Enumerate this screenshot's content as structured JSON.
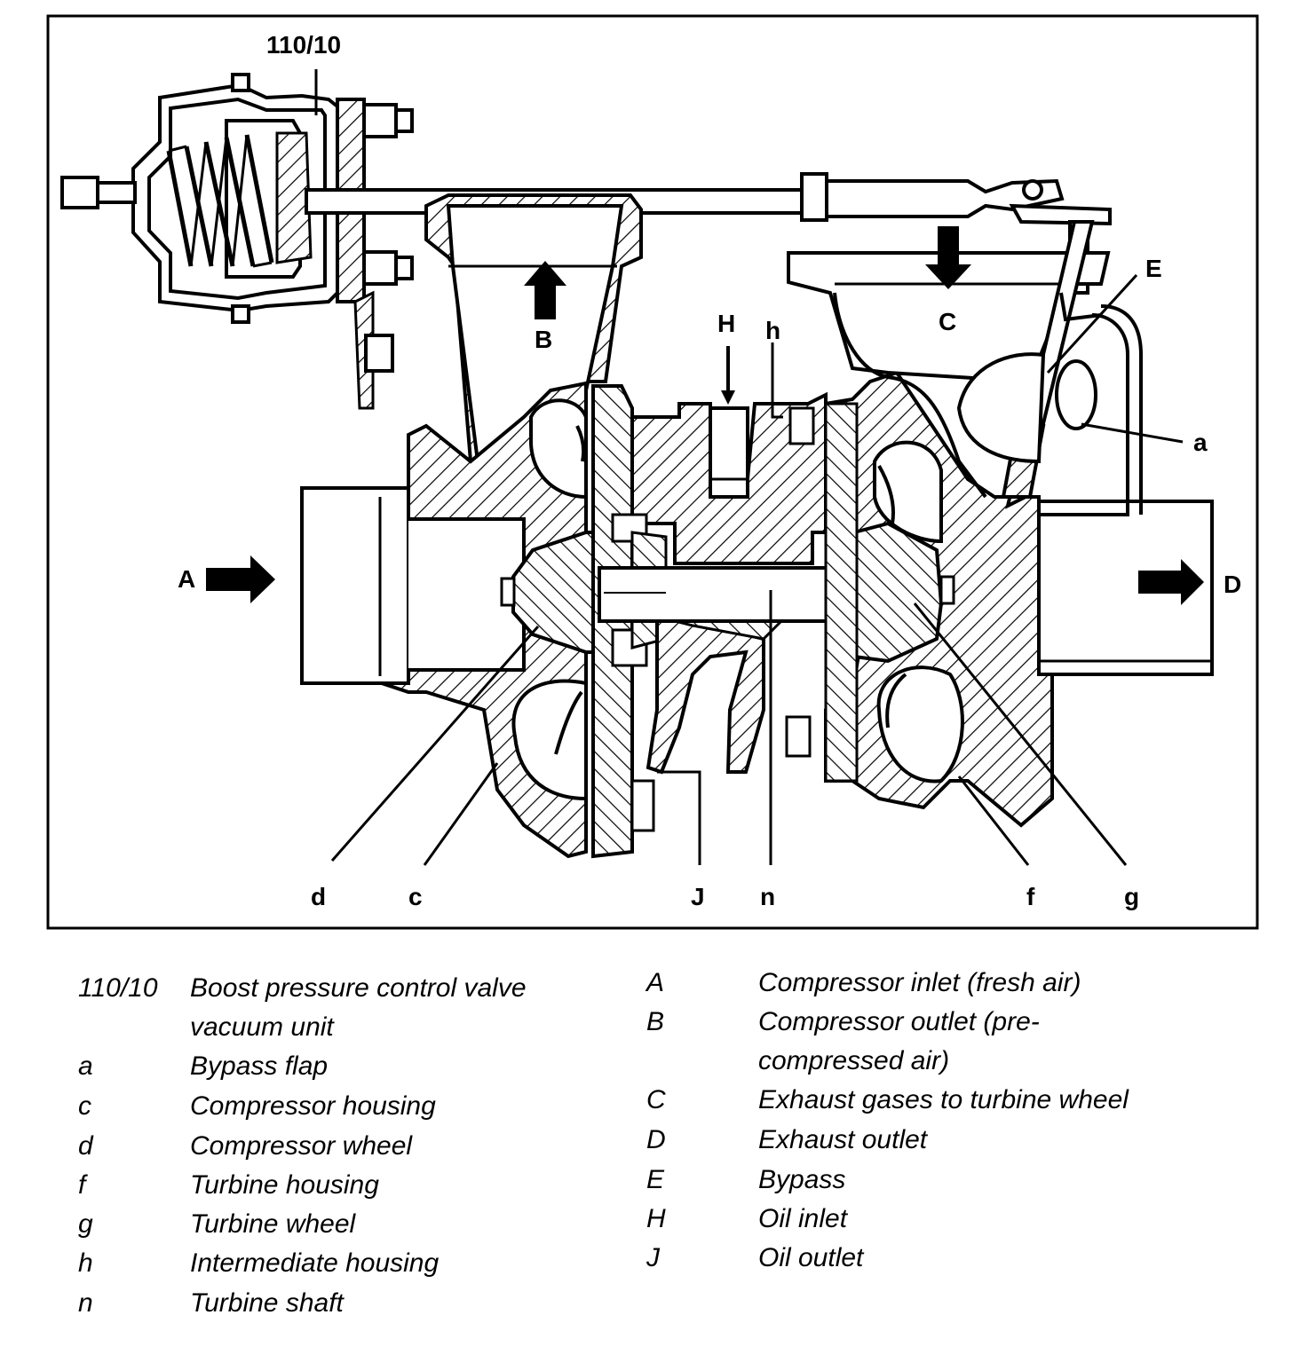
{
  "callouts": {
    "vacuum_unit": "110/10",
    "A": "A",
    "B": "B",
    "C": "C",
    "D": "D",
    "E": "E",
    "H": "H",
    "h": "h",
    "a": "a",
    "d": "d",
    "c": "c",
    "J": "J",
    "n": "n",
    "f": "f",
    "g": "g"
  },
  "legend_left": [
    {
      "key": "110/10",
      "desc": [
        "Boost pressure control valve",
        "vacuum unit"
      ]
    },
    {
      "key": "a",
      "desc": [
        "Bypass flap"
      ]
    },
    {
      "key": "c",
      "desc": [
        "Compressor housing"
      ]
    },
    {
      "key": "d",
      "desc": [
        "Compressor wheel"
      ]
    },
    {
      "key": "f",
      "desc": [
        "Turbine housing"
      ]
    },
    {
      "key": "g",
      "desc": [
        "Turbine wheel"
      ]
    },
    {
      "key": "h",
      "desc": [
        "Intermediate housing"
      ]
    },
    {
      "key": "n",
      "desc": [
        "Turbine shaft"
      ]
    }
  ],
  "legend_right": [
    {
      "key": "A",
      "desc": [
        "Compressor inlet (fresh air)"
      ]
    },
    {
      "key": "B",
      "desc": [
        "Compressor outlet (pre-",
        "compressed air)"
      ]
    },
    {
      "key": "C",
      "desc": [
        "Exhaust gases to turbine wheel"
      ]
    },
    {
      "key": "D",
      "desc": [
        "Exhaust outlet"
      ]
    },
    {
      "key": "E",
      "desc": [
        "Bypass"
      ]
    },
    {
      "key": "H",
      "desc": [
        "Oil inlet"
      ]
    },
    {
      "key": "J",
      "desc": [
        "Oil outlet"
      ]
    }
  ]
}
